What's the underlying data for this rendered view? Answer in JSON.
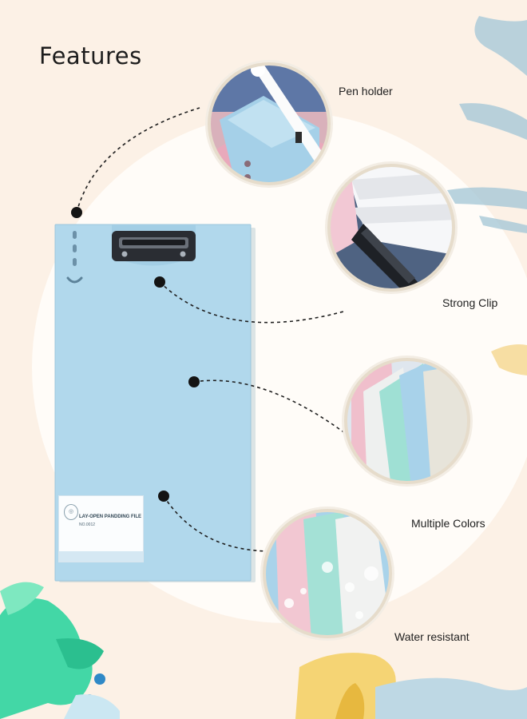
{
  "title": "Features",
  "features": {
    "pen_holder": "Pen holder",
    "strong_clip": "Strong Clip",
    "multiple_colors": "Multiple Colors",
    "water_resistant": "Water resistant"
  },
  "clipboard_label": {
    "product_name": "LAY-OPEN PANDDING FILE",
    "model_no": "NO.0012"
  },
  "colors": {
    "background": "#fcf1e6",
    "clipboard_blue": "#aed6ea",
    "pink": "#f0bfcc",
    "mint": "#9fe0d4",
    "white": "#f0f1ef",
    "grey": "#e7e4da",
    "navy": "#3c5172"
  }
}
